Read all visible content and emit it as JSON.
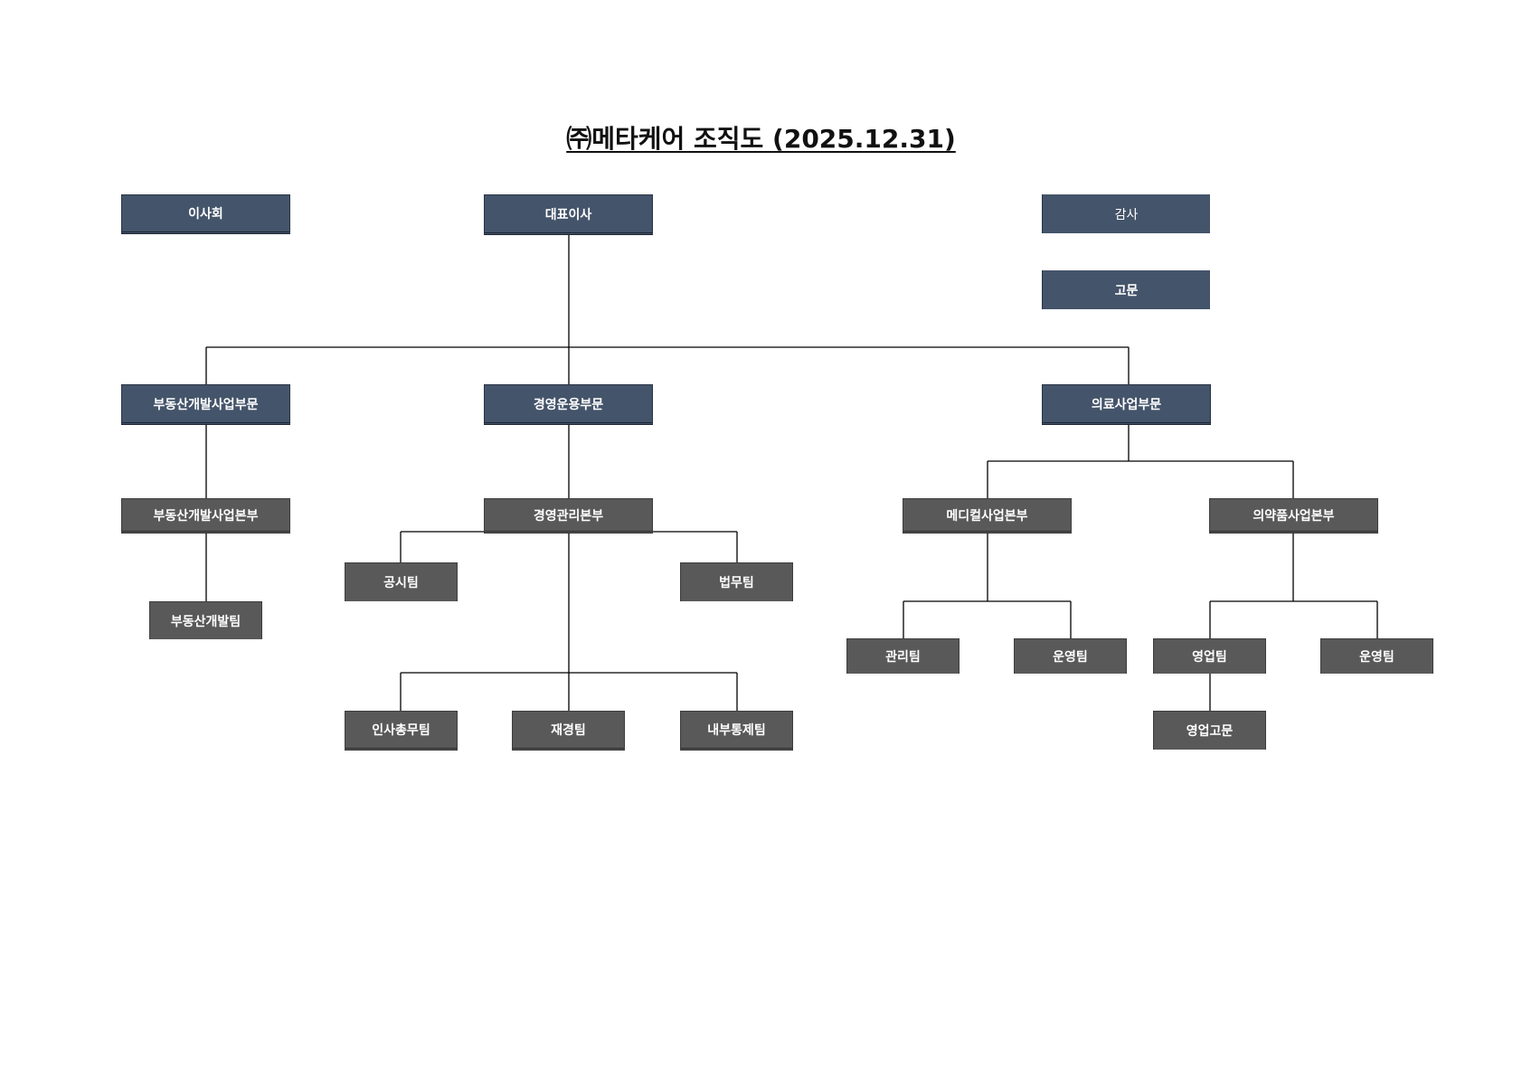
{
  "title": "㈜메타케어 조직도 (2025.12.31)",
  "top": {
    "board": "이사회",
    "ceo": "대표이사",
    "audit": "감사",
    "advisor": "고문"
  },
  "divisions": {
    "realestate": "부동산개발사업부문",
    "management": "경영운용부문",
    "medical": "의료사업부문"
  },
  "headquarters": {
    "realestate_hq": "부동산개발사업본부",
    "management_hq": "경영관리본부",
    "medical_hq": "메디컬사업본부",
    "pharma_hq": "의약품사업본부"
  },
  "teams": {
    "realestate_dev": "부동산개발팀",
    "disclosure": "공시팀",
    "legal": "법무팀",
    "hr_general": "인사총무팀",
    "finance": "재경팀",
    "internal_control": "내부통제팀",
    "medical_admin": "관리팀",
    "medical_ops": "운영팀",
    "pharma_sales": "영업팀",
    "pharma_ops": "운영팀",
    "sales_advisor": "영업고문"
  }
}
